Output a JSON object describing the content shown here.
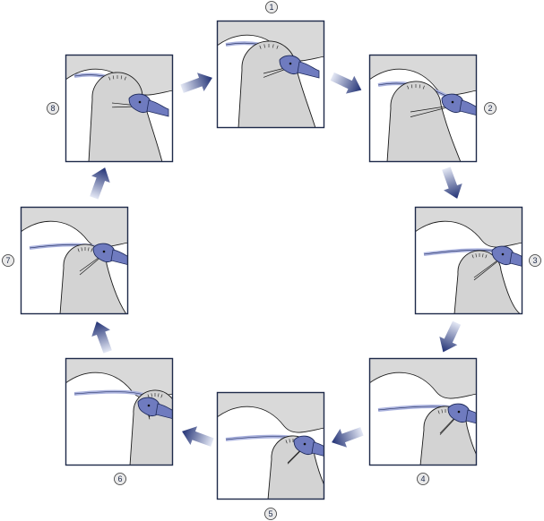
{
  "diagram": {
    "colors": {
      "background": "#ffffff",
      "panel_bg": "#d9d9d9",
      "panel_border": "#1e2a4a",
      "tooth": "#d3d3d3",
      "tooth_stroke": "#1a1a1a",
      "open_area": "#ffffff",
      "disc": "#6f7bbf",
      "disc_stroke": "#1e2a5a",
      "ligament": "#aab2de",
      "arrow_dark": "#1f2f73",
      "arrow_light": "#e4e8f5",
      "circle_bg": "#e9e9e9"
    },
    "steps": [
      {
        "number": "1"
      },
      {
        "number": "2"
      },
      {
        "number": "3"
      },
      {
        "number": "4"
      },
      {
        "number": "5"
      },
      {
        "number": "6"
      },
      {
        "number": "7"
      },
      {
        "number": "8"
      }
    ],
    "arrows": [
      {
        "from": "8",
        "to": "1",
        "icon": "arrow-right-icon"
      },
      {
        "from": "1",
        "to": "2",
        "icon": "arrow-down-right-icon"
      },
      {
        "from": "2",
        "to": "3",
        "icon": "arrow-down-icon"
      },
      {
        "from": "3",
        "to": "4",
        "icon": "arrow-down-left-icon"
      },
      {
        "from": "4",
        "to": "5",
        "icon": "arrow-left-icon"
      },
      {
        "from": "5",
        "to": "6",
        "icon": "arrow-left-icon"
      },
      {
        "from": "6",
        "to": "7",
        "icon": "arrow-up-icon"
      },
      {
        "from": "7",
        "to": "8",
        "icon": "arrow-up-icon"
      }
    ]
  }
}
